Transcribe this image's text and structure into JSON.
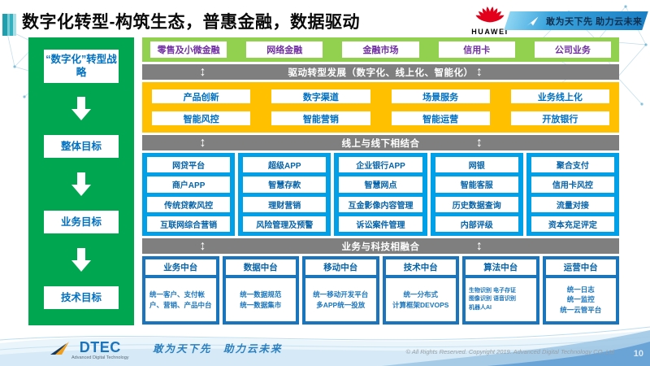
{
  "header": {
    "title": "数字化转型-构筑生态，普惠金融，数据驱动",
    "huawei_wordmark": "HUAWEI",
    "banner_slogan": "敢为天下先 助力云未来"
  },
  "strategy_sidebar": {
    "items": [
      "“数字化”转型战略",
      "整体目标",
      "业务目标",
      "技术目标"
    ]
  },
  "business_lines": {
    "items": [
      "零售及小微金融",
      "网络金融",
      "金融市场",
      "信用卡",
      "公司业务"
    ]
  },
  "section_bars": {
    "drive": "驱动转型发展（数字化、线上化、智能化）",
    "online_offline": "线上与线下相结合",
    "biz_tech": "业务与科技相融合"
  },
  "digital_capabilities": {
    "rows": [
      [
        "产品创新",
        "数字渠道",
        "场景服务",
        "业务线上化"
      ],
      [
        "智能风控",
        "智能营销",
        "智能运营",
        "开放银行"
      ]
    ]
  },
  "platform_matrix": {
    "columns": [
      [
        "网贷平台",
        "商户APP",
        "传统贷款风控",
        "互联网综合营销"
      ],
      [
        "超级APP",
        "智慧存款",
        "理财营销",
        "风险管理及预警"
      ],
      [
        "企业银行APP",
        "智慧网点",
        "互金影像内容管理",
        "诉讼案件管理"
      ],
      [
        "网银",
        "智能客服",
        "历史数据查询",
        "内部评级"
      ],
      [
        "聚合支付",
        "信用卡风控",
        "流量对接",
        "资本充足评定"
      ]
    ]
  },
  "middle_platforms": {
    "columns": [
      {
        "title": "业务中台",
        "content": "统一客户、支付帐户、营销、产品中台"
      },
      {
        "title": "数据中台",
        "content": "统一数据规范\n统一数据集市"
      },
      {
        "title": "移动中台",
        "content": "统一移动开发平台\n多APP统一投放"
      },
      {
        "title": "技术中台",
        "content": "统一分布式\n计算框架DEVOPS"
      },
      {
        "title": "算法中台",
        "content": "生物识别 电子存证\n图像识别 语音识别\n机器人AI"
      },
      {
        "title": "运营中台",
        "content": "统一日志\n统一监控\n统一云管平台"
      }
    ]
  },
  "footer": {
    "logo": "DTEC",
    "logo_subtitle": "Advanced Digital Technology",
    "tagline": "敢为天下先　助力云未来",
    "copyright": "© All Rights Reserved. Copyright 2019. Advanced Digital Technology CO.,Ltd",
    "page_number": "10"
  },
  "icons": {
    "banner": "paper-plane-icon",
    "gray_bars": "up-down-arrow-icon",
    "sidebar": "down-arrow-icon",
    "huawei": "huawei-flower-logo",
    "dtec": "dtec-arrow-logo"
  },
  "colors": {
    "sidebar_green": "#00A650",
    "row_green": "#92D050",
    "yellow": "#FFC000",
    "bright_blue": "#00A0E9",
    "dark_blue": "#1B75BC",
    "gray_bar": "#7F7F7F",
    "purple_text": "#7030A0",
    "blue_text": "#0070C0",
    "huawei_red": "#E2001A"
  }
}
